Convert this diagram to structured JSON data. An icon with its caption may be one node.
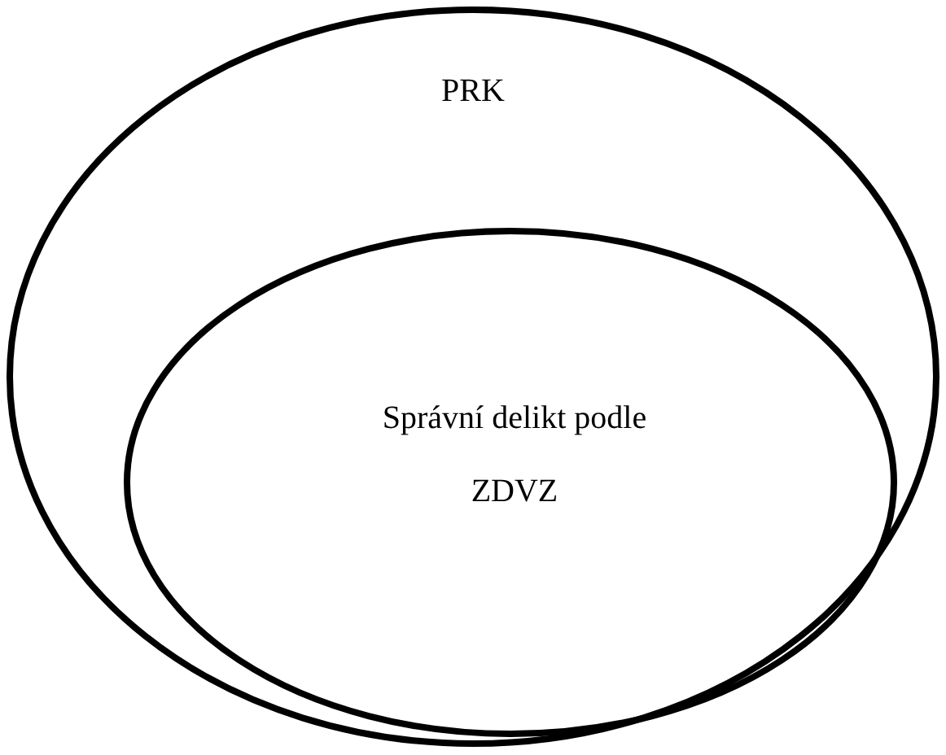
{
  "diagram": {
    "nodes": [
      {
        "text": [
          "PRK"
        ]
      },
      {
        "text": [
          "Správní delikt podle ZDVZ"
        ],
        "in": 0
      }
    ]
  }
}
